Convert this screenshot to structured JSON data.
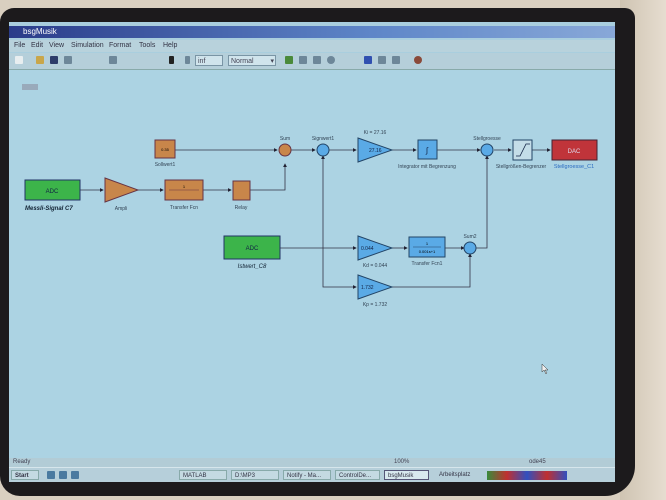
{
  "window": {
    "title": "bsgMusik"
  },
  "menu": [
    "File",
    "Edit",
    "View",
    "Simulation",
    "Format",
    "Tools",
    "Help"
  ],
  "toolbar": {
    "stop_time": "inf",
    "mode": "Normal"
  },
  "blocks": {
    "adc1": {
      "text": "ADC",
      "label": "Messli-Signal C7"
    },
    "ampli": {
      "label": "Ampli"
    },
    "tf": {
      "num": "1",
      "label": "Transfer Fcn"
    },
    "relay": {
      "label": "Relay"
    },
    "sollwert": {
      "value": "0.35",
      "label": "Sollwert1"
    },
    "sum": {
      "label": "Sum"
    },
    "signwert": {
      "label": "Signwert1"
    },
    "ki": {
      "value": "27.16",
      "label": "Ki = 27.16"
    },
    "integrator": {
      "label": "Integrator mit Begrenzung"
    },
    "stellgroesse": {
      "label": "Stellgroesse"
    },
    "sat": {
      "label": "Stellgrößen-Begrenzer"
    },
    "dac": {
      "text": "DAC",
      "label": "Stellgroesse_C1"
    },
    "adc2": {
      "text": "ADC",
      "label": "Istwert_C8"
    },
    "kd": {
      "value": "0.044",
      "label": "Kd = 0.044"
    },
    "tf1": {
      "num": "1",
      "den": "0.001s+1",
      "label": "Transfer Fcn1"
    },
    "sum2": {
      "label": "Sum2"
    },
    "kp": {
      "value": "1.732",
      "label": "Kp = 1.732"
    }
  },
  "status": {
    "left": "Ready",
    "zoom": "100%",
    "right": "ode45"
  },
  "taskbar": {
    "start": "Start",
    "items": [
      "MATLAB",
      "D:\\MP3",
      "Notify - Ma...",
      "ControlDe...",
      "bsgMusik"
    ],
    "tray": "Arbeitsplatz"
  }
}
